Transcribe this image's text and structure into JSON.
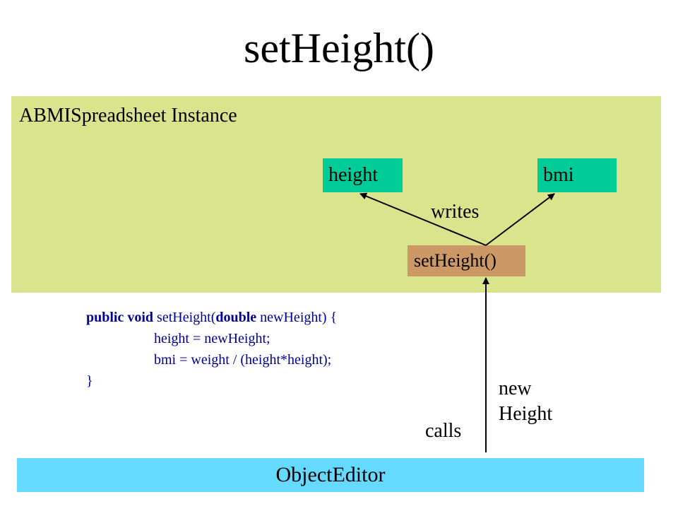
{
  "title": "setHeight()",
  "instance": {
    "label": "ABMISpreadsheet Instance"
  },
  "fields": {
    "height": "height",
    "bmi": "bmi"
  },
  "method": {
    "label": "setHeight()"
  },
  "labels": {
    "writes": "writes",
    "calls": "calls",
    "new": "new",
    "height_param": "Height"
  },
  "code": {
    "line1_kw1": "public void",
    "line1_mid": " setHeight(",
    "line1_kw2": "double",
    "line1_end": " newHeight) {",
    "line2": "height = newHeight;",
    "line3": "bmi = weight / (height*height);",
    "line4": "}"
  },
  "editor": {
    "label": "ObjectEditor"
  },
  "colors": {
    "instance_bg": "#d9e48c",
    "field_bg": "#00cc99",
    "method_bg": "#cc9966",
    "editor_bg": "#66d9ff",
    "code_text": "#000099"
  }
}
